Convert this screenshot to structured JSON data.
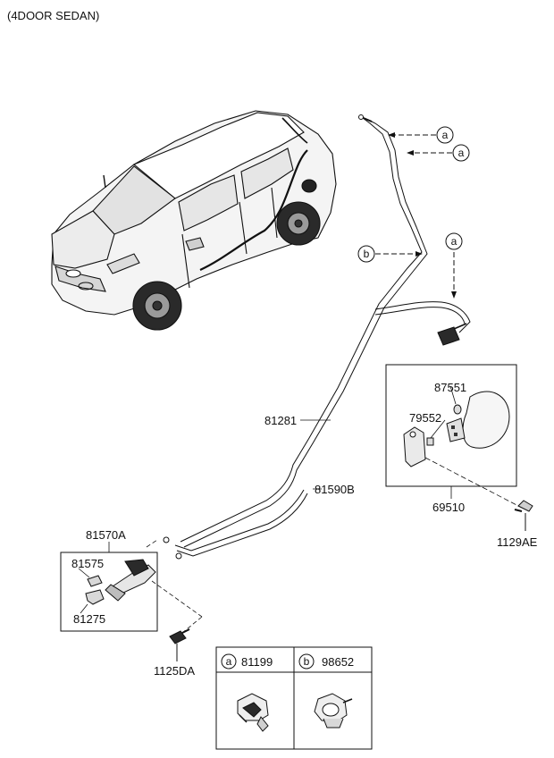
{
  "title": "(4DOOR SEDAN)",
  "parts": {
    "p81281": "81281",
    "p81590B": "81590B",
    "p87551": "87551",
    "p79552": "79552",
    "p69510": "69510",
    "p1129AE": "1129AE",
    "p81570A": "81570A",
    "p81575": "81575",
    "p81275": "81275",
    "p1125DA": "1125DA"
  },
  "callouts": {
    "a": "a",
    "b": "b"
  },
  "legend": {
    "a_letter": "a",
    "a_part": "81199",
    "b_letter": "b",
    "b_part": "98652"
  }
}
